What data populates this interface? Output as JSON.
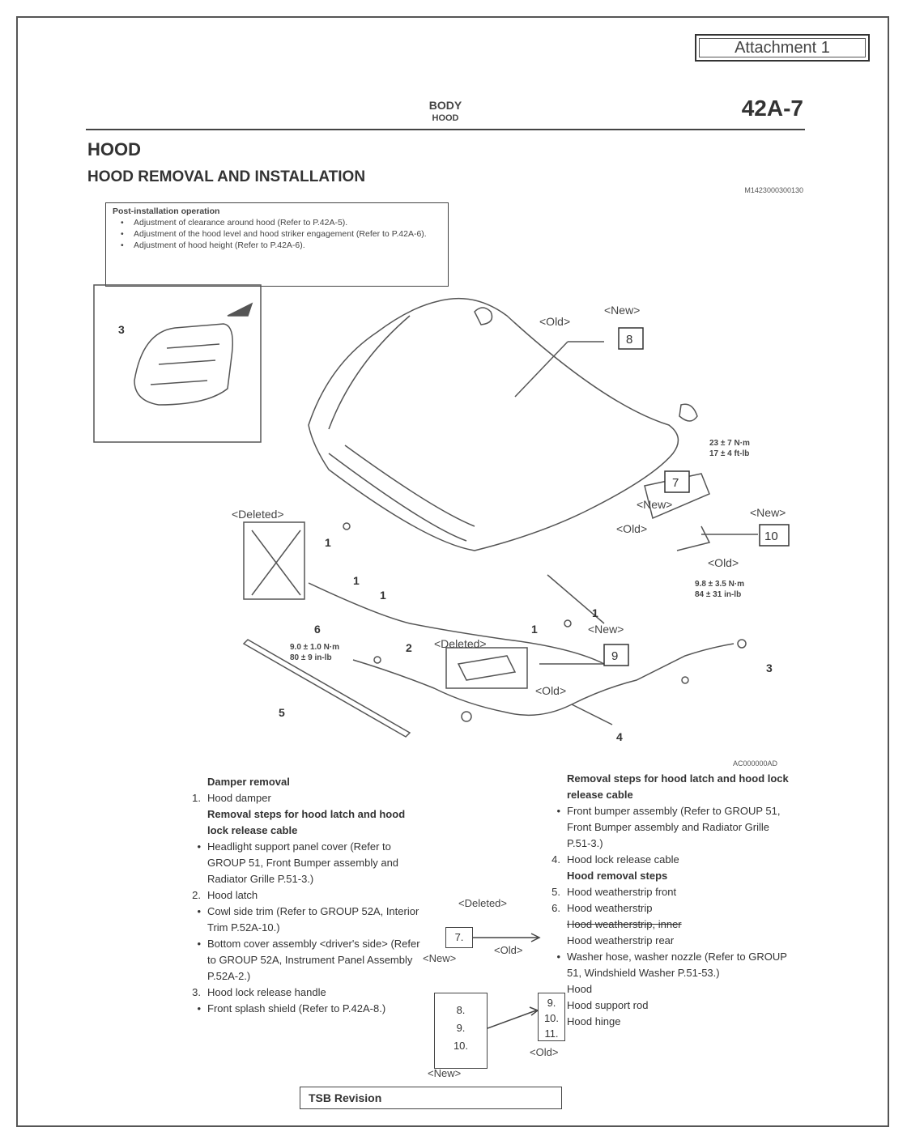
{
  "attachment_label": "Attachment 1",
  "header": {
    "section": "BODY",
    "subsection": "HOOD",
    "page_number": "42A-7"
  },
  "title": "HOOD",
  "subtitle": "HOOD REMOVAL AND INSTALLATION",
  "doc_id": "M1423000300130",
  "post_installation": {
    "title": "Post-installation operation",
    "items": [
      "Adjustment of clearance around hood (Refer to P.42A-5).",
      "Adjustment of the hood level and hood striker engagement (Refer to P.42A-6).",
      "Adjustment of hood height (Refer to P.42A-6)."
    ]
  },
  "diagram_labels": {
    "old": "<Old>",
    "new": "<New>",
    "deleted": "<Deleted>",
    "torque_top": [
      "23 ± 7 N·m",
      "17 ± 4 ft-lb"
    ],
    "torque_right": [
      "9.8 ± 3.5 N·m",
      "84 ± 31 in-lb"
    ],
    "torque_left": [
      "9.0 ± 1.0 N·m",
      "80 ± 9 in-lb"
    ],
    "boxes": [
      "8",
      "7",
      "10",
      "9"
    ],
    "callouts": [
      "1",
      "2",
      "3",
      "4",
      "5",
      "6"
    ],
    "figure_code": "AC000000AD"
  },
  "left_steps": {
    "damper_header": "Damper removal",
    "item1_num": "1.",
    "item1": "Hood damper",
    "latch_header": "Removal steps for hood latch and hood lock release cable",
    "headlight": "Headlight support panel cover (Refer to GROUP 51, Front Bumper assembly and Radiator Grille P.51-3.)",
    "item2_num": "2.",
    "item2": "Hood latch",
    "cowl": "Cowl side trim (Refer to GROUP 52A, Interior Trim P.52A-10.)",
    "bottom_cover": "Bottom cover assembly <driver's side> (Refer to GROUP 52A, Instrument Panel Assembly P.52A-2.)",
    "item3_num": "3.",
    "item3": "Hood lock release handle",
    "splash": "Front splash shield (Refer to P.42A-8.)"
  },
  "right_steps": {
    "latch_header": "Removal steps for hood latch and hood lock release cable",
    "bumper": "Front bumper assembly (Refer to GROUP 51, Front Bumper assembly and Radiator Grille P.51-3.)",
    "item4_num": "4.",
    "item4": "Hood lock release cable",
    "hood_header": "Hood removal steps",
    "item5_num": "5.",
    "item5": "Hood weatherstrip front",
    "item6_num": "6.",
    "item6": "Hood weatherstrip",
    "item7_old": "Hood weatherstrip, inner",
    "item7_new": "Hood weatherstrip rear",
    "washer": "Washer hose, washer nozzle (Refer to GROUP 51, Windshield Washer P.51-53.)",
    "item9": "Hood",
    "item10": "Hood support rod",
    "item11": "Hood hinge"
  },
  "revision_boxes": {
    "new_box": "7.",
    "left_nums": [
      "8.",
      "9.",
      "10."
    ],
    "right_nums": [
      "9.",
      "10.",
      "11."
    ]
  },
  "footer": "TSB Revision"
}
